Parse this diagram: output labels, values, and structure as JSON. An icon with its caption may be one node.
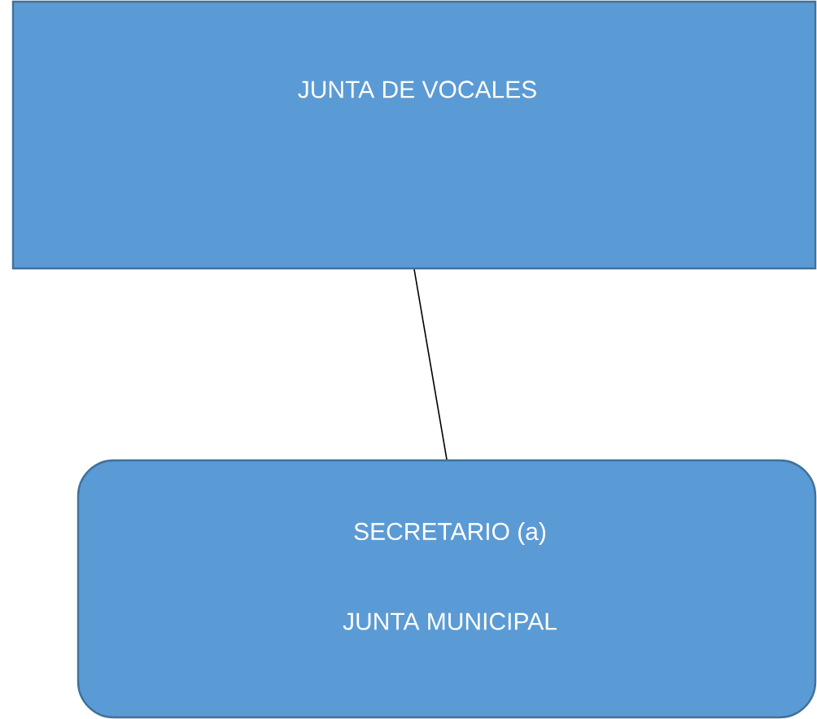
{
  "diagram": {
    "nodes": [
      {
        "text": [
          "JUNTA DE VOCALES"
        ]
      },
      {
        "text": [
          "SECRETARIO (a)",
          "JUNTA MUNICIPAL"
        ]
      }
    ],
    "edges": [
      {
        "from": 0,
        "to": 1,
        "arrow": "none"
      }
    ]
  }
}
